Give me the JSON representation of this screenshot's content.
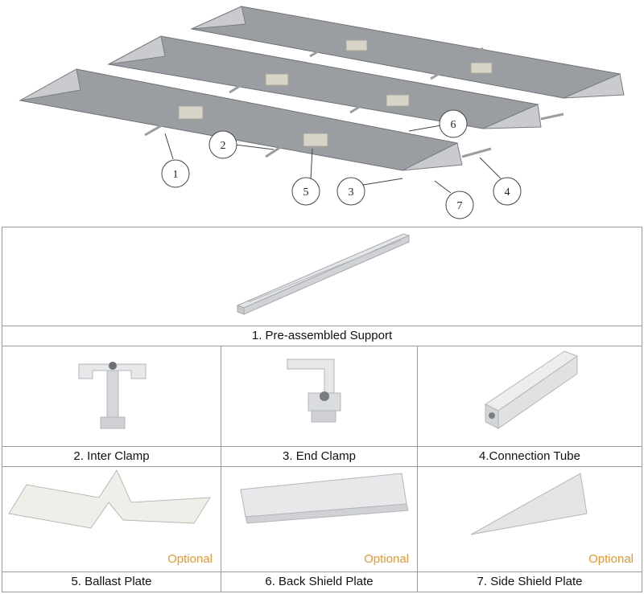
{
  "assembly_callouts": [
    "1",
    "2",
    "3",
    "4",
    "5",
    "6",
    "7"
  ],
  "parts": [
    {
      "label": "1. Pre-assembled Support"
    },
    {
      "label": "2. Inter Clamp"
    },
    {
      "label": "3. End Clamp"
    },
    {
      "label": "4.Connection Tube"
    },
    {
      "label": "5. Ballast Plate",
      "badge": "Optional"
    },
    {
      "label": "6. Back Shield Plate",
      "badge": "Optional"
    },
    {
      "label": "7. Side Shield Plate",
      "badge": "Optional"
    }
  ],
  "colors": {
    "badge": "#f0962a",
    "border": "#9a9a9a",
    "steel": "#8c8f93"
  }
}
